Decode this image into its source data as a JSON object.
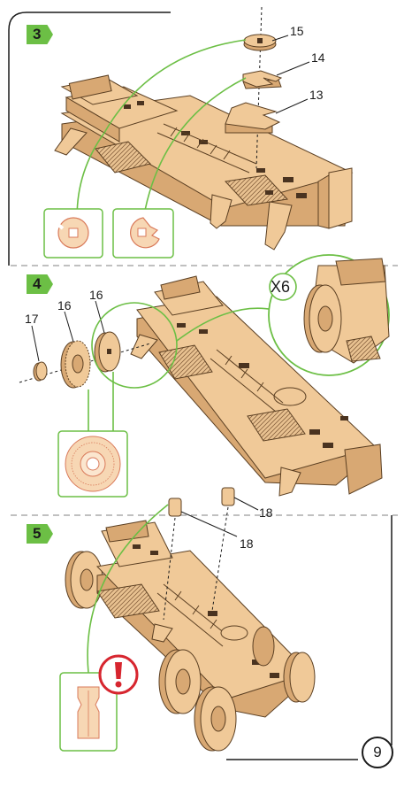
{
  "page_number": "9",
  "colors": {
    "accent": "#6cbf45",
    "wood": "#f0c998",
    "wood_dark": "#c99b66",
    "line": "#3a2a1a",
    "warning": "#d7262f"
  },
  "steps": [
    {
      "number": "3",
      "parts": [
        "15",
        "14",
        "13"
      ],
      "detail_icons": [
        "ring-part-icon",
        "gear-part-icon"
      ]
    },
    {
      "number": "4",
      "parts": [
        "17",
        "16",
        "16"
      ],
      "multiplier": "X6",
      "detail_icons": [
        "wheel-face-icon"
      ]
    },
    {
      "number": "5",
      "parts": [
        "18",
        "18"
      ],
      "detail_icons": [
        "peg-part-icon",
        "warning-icon"
      ],
      "warning_mark": "!"
    }
  ]
}
